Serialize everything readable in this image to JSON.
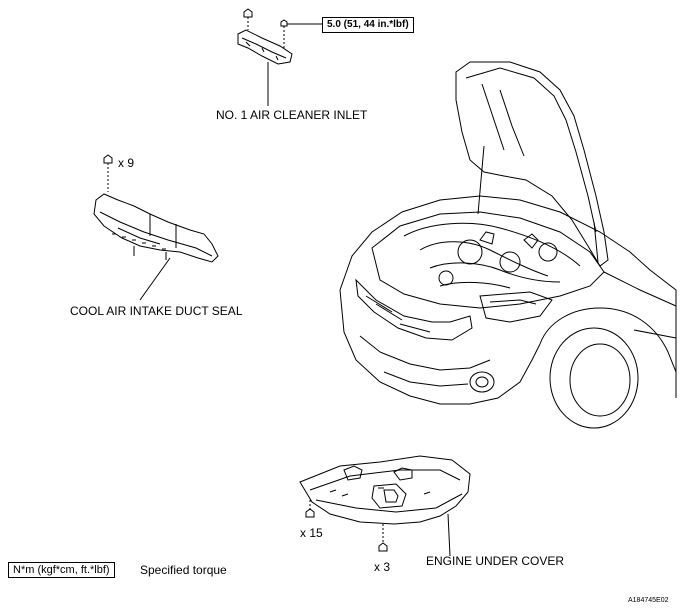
{
  "labels": {
    "torque_value": "5.0 (51, 44 in.*lbf)",
    "air_cleaner_inlet": "NO. 1 AIR CLEANER INLET",
    "cool_air_duct_seal": "COOL AIR INTAKE DUCT SEAL",
    "engine_under_cover": "ENGINE UNDER COVER",
    "qty_duct_seal_bolts": "x 9",
    "qty_under_cover_bolts_a": "x 15",
    "qty_under_cover_bolts_b": "x 3"
  },
  "legend": {
    "unit_box": "N*m (kgf*cm, ft.*lbf)",
    "unit_text": "Specified torque"
  },
  "figure_code": "A184745E02"
}
